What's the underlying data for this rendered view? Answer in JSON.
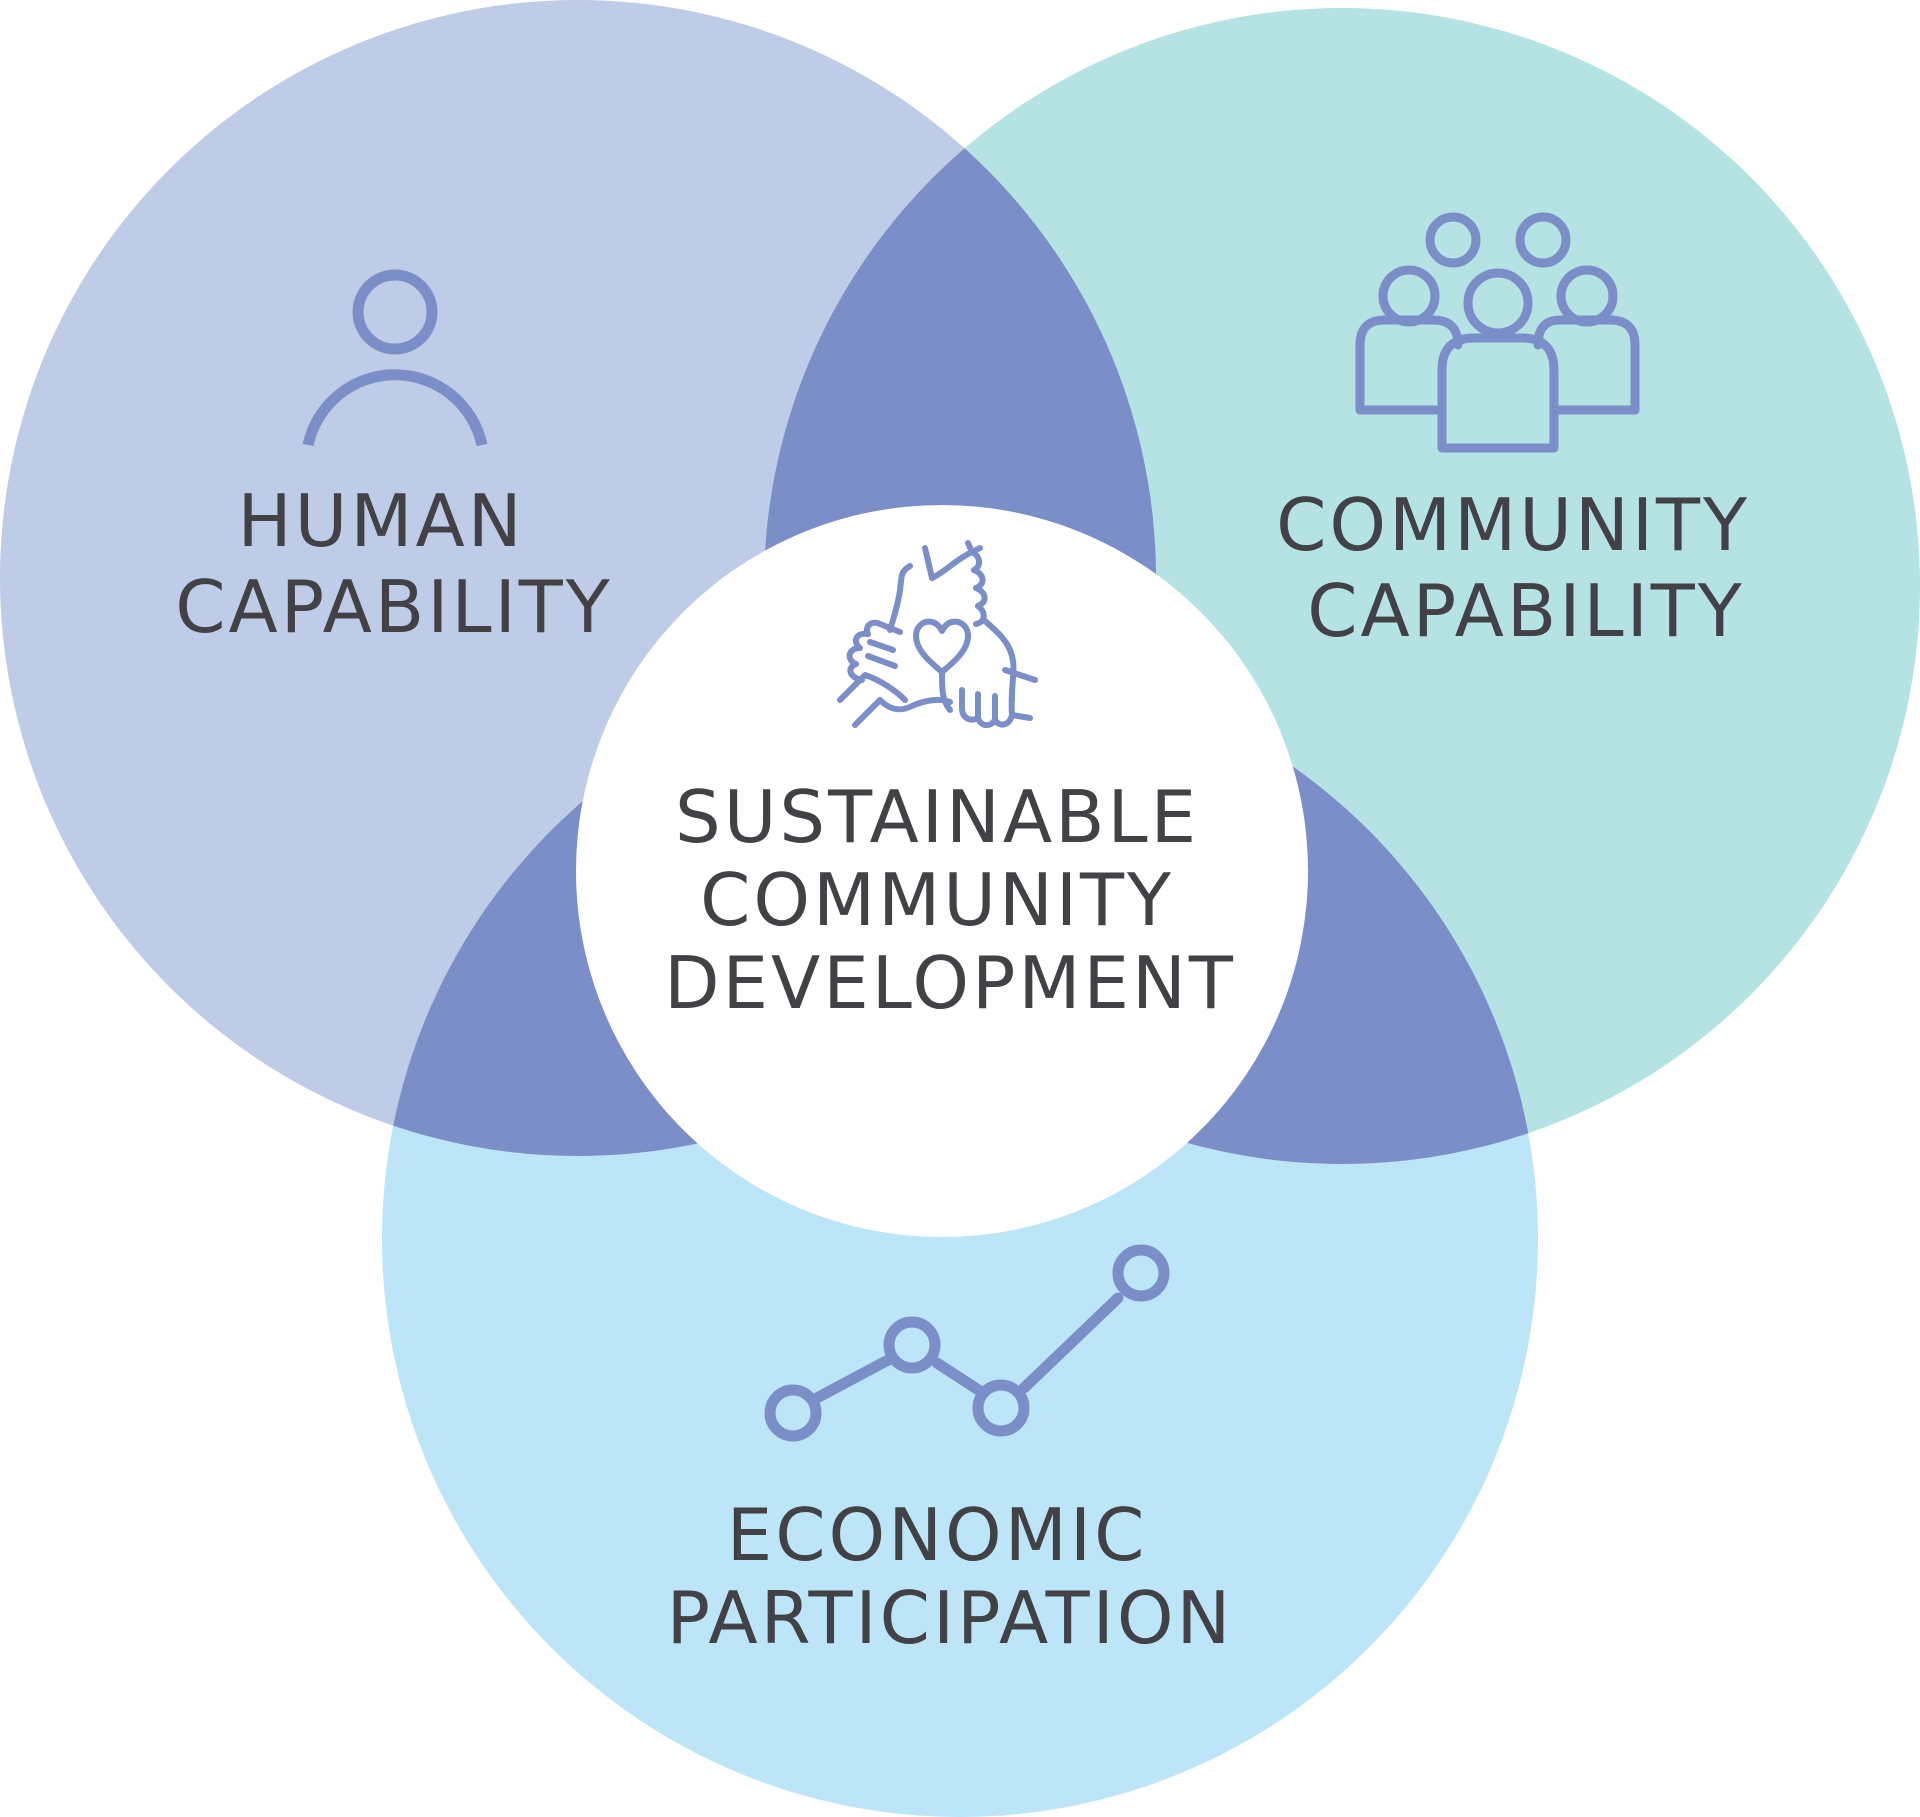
{
  "colors": {
    "human_circle": "#bfcce7",
    "community_circle": "#b5e2e3",
    "economic_circle": "#bde5f8",
    "overlap": "#7b8ec8",
    "center": "#ffffff",
    "icon": "#7b8ec8",
    "text": "#414146"
  },
  "human": {
    "line1": "HUMAN",
    "line2": "CAPABILITY",
    "icon": "person-icon"
  },
  "community": {
    "line1": "COMMUNITY",
    "line2": "CAPABILITY",
    "icon": "group-icon"
  },
  "economic": {
    "line1": "ECONOMIC",
    "line2": "PARTICIPATION",
    "icon": "line-graph-icon"
  },
  "center": {
    "line1": "SUSTAINABLE",
    "line2": "COMMUNITY",
    "line3": "DEVELOPMENT",
    "icon": "joined-hands-heart-icon"
  }
}
